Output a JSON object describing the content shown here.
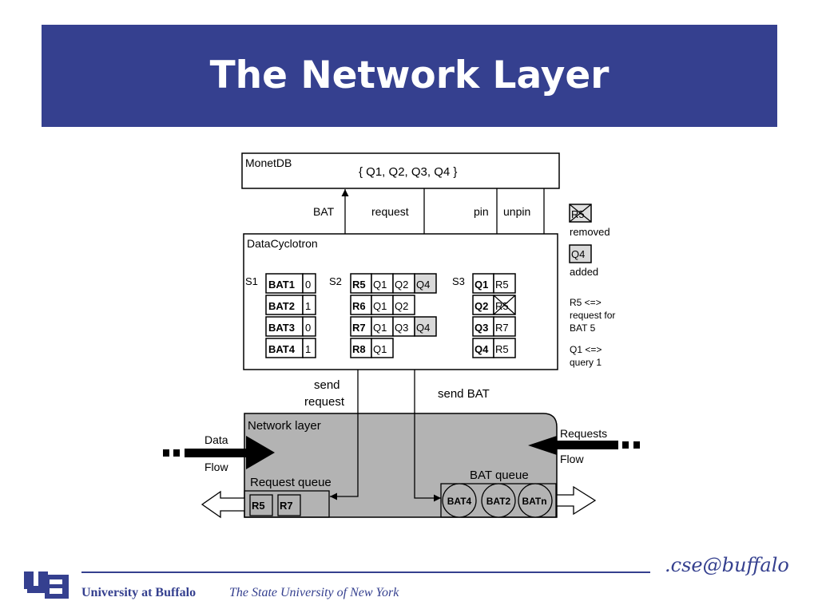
{
  "slide": {
    "title": "The Network Layer",
    "accent_color": "#35408f"
  },
  "diagram": {
    "monetdb_label": "MonetDB",
    "query_set": "{ Q1, Q2, Q3, Q4 }",
    "arrow_labels": {
      "bat": "BAT",
      "request": "request",
      "pin": "pin",
      "unpin": "unpin"
    },
    "datacyclotron_label": "DataCyclotron",
    "s1": {
      "label": "S1",
      "rows": [
        {
          "bat": "BAT1",
          "bit": "0"
        },
        {
          "bat": "BAT2",
          "bit": "1"
        },
        {
          "bat": "BAT3",
          "bit": "0"
        },
        {
          "bat": "BAT4",
          "bit": "1"
        }
      ]
    },
    "s2": {
      "label": "S2",
      "rows": [
        {
          "req": "R5",
          "cells": [
            "Q1",
            "Q2",
            "Q4"
          ]
        },
        {
          "req": "R6",
          "cells": [
            "Q1",
            "Q2"
          ]
        },
        {
          "req": "R7",
          "cells": [
            "Q1",
            "Q3",
            "Q4"
          ]
        },
        {
          "req": "R8",
          "cells": [
            "Q1"
          ]
        }
      ]
    },
    "s3": {
      "label": "S3",
      "rows": [
        {
          "q": "Q1",
          "r": "R5"
        },
        {
          "q": "Q2",
          "r": "R5"
        },
        {
          "q": "Q3",
          "r": "R7"
        },
        {
          "q": "Q4",
          "r": "R5"
        }
      ]
    },
    "legend": {
      "removed_symbol": "R5",
      "removed": "removed",
      "added_symbol": "Q4",
      "added": "added",
      "note1_line1": "R5 <=>",
      "note1_line2": "request for",
      "note1_line3": "BAT 5",
      "note2_line1": "Q1 <=>",
      "note2_line2": "query 1"
    },
    "send_request_line1": "send",
    "send_request_line2": "request",
    "send_bat": "send BAT",
    "network_layer_label": "Network layer",
    "data_flow_line1": "Data",
    "data_flow_line2": "Flow",
    "requests_flow_line1": "Requests",
    "requests_flow_line2": "Flow",
    "request_queue_label": "Request queue",
    "request_queue_items": [
      "R5",
      "R7"
    ],
    "bat_queue_label": "BAT queue",
    "bat_queue_items": [
      "BAT4",
      "BAT2",
      "BATn"
    ],
    "network_fill_color": "#b3b3b3"
  },
  "footer": {
    "university": "University at Buffalo",
    "suny": "The State University of New York",
    "cse_logo": ".cse@buffalo"
  }
}
